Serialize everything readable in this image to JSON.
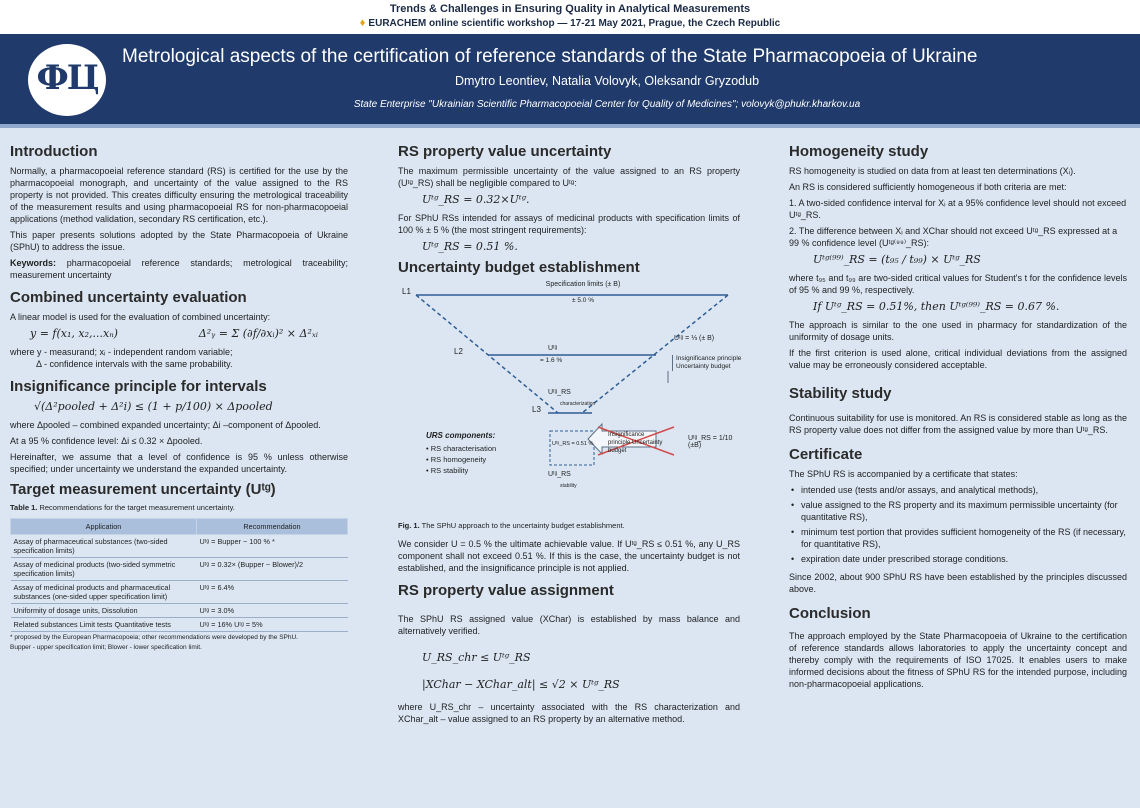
{
  "top": {
    "line1": "Trends & Challenges in Ensuring Quality in Analytical Measurements",
    "line2": "EURACHEM online scientific workshop — 17-21 May 2021, Prague, the Czech Republic"
  },
  "header": {
    "logo_text": "ФЦ",
    "title": "Metrological aspects of the certification of reference standards of the State Pharmacopoeia of Ukraine",
    "authors": "Dmytro Leontiev, Natalia Volovyk, Oleksandr Gryzodub",
    "affiliation": "State Enterprise \"Ukrainian Scientific Pharmacopoeial Center for Quality of Medicines\"; volovyk@phukr.kharkov.ua"
  },
  "intro": {
    "heading": "Introduction",
    "p1": "Normally, a pharmacopoeial reference standard (RS) is certified for the use by the pharmacopoeial monograph, and uncertainty of the value assigned to the RS property is not provided. This creates difficulty ensuring the metrological traceability of the measurement results and using pharmacopoeial RS for non-pharmacopoeial applications (method validation, secondary RS certification, etc.).",
    "p2": "This paper presents solutions adopted by the State Pharmacopoeia of Ukraine (SPhU) to address the issue.",
    "kw_label": "Keywords:",
    "kw": "pharmacopoeial reference standards; metrological traceability; measurement uncertainty"
  },
  "combined": {
    "heading": "Combined uncertainty evaluation",
    "p1": "A linear model is used for the evaluation of combined uncertainty:",
    "f1": "y = f(x₁, x₂,...xₙ)",
    "f2": "Δ²ᵧ = Σ (∂f/∂xᵢ)² × Δ²ₓᵢ",
    "p2": "where y - measurand; xᵢ - independent random variable;",
    "p3": "Δ - confidence intervals with the same probability."
  },
  "insig": {
    "heading": "Insignificance principle for intervals",
    "formula": "√(Δ²pooled + Δ²i) ≤ (1 + p/100) × Δpooled",
    "p1": "where Δpooled – combined expanded uncertainty; Δi –component of Δpooled.",
    "p2": "At a 95 % confidence level:        Δi ≤ 0.32 × Δpooled.",
    "p3": "Hereinafter, we assume that a level of confidence is 95 % unless otherwise specified; under uncertainty we understand the expanded uncertainty."
  },
  "target": {
    "heading": "Target measurement uncertainty (Uᵗᵍ)",
    "caption_label": "Table 1.",
    "caption": "Recommendations for the target measurement uncertainty.",
    "col1": "Application",
    "col2": "Recommendation",
    "rows": [
      {
        "a": "Assay of pharmaceutical substances (two-sided specification limits)",
        "r": "Uᵗᵍ = Bupper − 100 % *"
      },
      {
        "a": "Assay of medicinal products (two-sided symmetric specification limits)",
        "r": "Uᵗᵍ = 0.32× (Bupper − Blower)/2"
      },
      {
        "a": "Assay of medicinal products and pharmaceutical substances (one-sided upper specification limit)",
        "r": "Uᵗᵍ = 6.4%"
      },
      {
        "a": "Uniformity of dosage units, Dissolution",
        "r": "Uᵗᵍ = 3.0%"
      },
      {
        "a": "Related substances Limit tests Quantitative tests",
        "r": "Uᵗᵍ = 16% Uᵗᵍ = 5%"
      }
    ],
    "foot1": "* proposed by the European Pharmacopoeia; other recommendations were developed by the SPhU.",
    "foot2": "Bupper - upper specification limit; Blower - lower specification limit."
  },
  "rsprop": {
    "heading": "RS property value uncertainty",
    "p1": "The maximum permissible uncertainty of the value assigned to an RS property (Uᵗᵍ_RS) shall be negligible compared to Uᵗᵍ:",
    "f1": "Uᵗᵍ_RS = 0.32×Uᵗᵍ.",
    "p2": "For SPhU RSs intended for assays of medicinal products with specification limits of 100 % ± 5 % (the most stringent requirements):",
    "f2": "Uᵗᵍ_RS = 0.51 %."
  },
  "budget": {
    "heading": "Uncertainty budget establishment",
    "l1": "L1",
    "l2": "L2",
    "l3": "L3",
    "spec": "Specification limits (± B)",
    "spec_val": "± 5.0 %",
    "utg": "Uᵗᵍ",
    "utg_val": "= 1.6 %",
    "utg_eq": "Uᵗᵍ = ⅓ (± B)",
    "insig_label": "Insignificance principle Uncertainty budget",
    "urs_top": "Uᵗᵍ_RS",
    "urs_sub": "characterization",
    "urs_val": "Uᵗᵍ_RS = 0.51 %",
    "urs_eq": "Uᵗᵍ_RS = 1/10 (±B)",
    "crossed": "Insignificance principle Uncertainty budget",
    "urs_bottom": "Uᵗᵍ_RS",
    "urs_bottom_sub": "stability",
    "comp_heading": "URS components:",
    "comps": [
      "RS characterisation",
      "RS homogeneity",
      "RS stability"
    ],
    "fig_label": "Fig. 1.",
    "fig_cap": "The SPhU approach to the uncertainty budget establishment.",
    "p1": "We consider U = 0.5 % the ultimate achievable value. If Uᵗᵍ_RS ≤ 0.51 %, any U_RS component shall not exceed 0.51 %. If this is the case, the uncertainty budget is not established, and the insignificance principle is not applied."
  },
  "assign": {
    "heading": "RS property value assignment",
    "p1": "The SPhU RS assigned value (XChar) is established by mass balance and alternatively verified.",
    "f1": "U_RS_chr ≤ Uᵗᵍ_RS",
    "f2": "|XChar − XChar_alt| ≤ √2 × Uᵗᵍ_RS",
    "p2": "where U_RS_chr – uncertainty associated with the RS characterization and XChar_alt – value assigned to an RS property by an alternative method."
  },
  "homog": {
    "heading": "Homogeneity study",
    "p1": "RS homogeneity is studied on data from at least ten determinations (Xᵢ).",
    "p2": "An RS is considered sufficiently homogeneous if both criteria are met:",
    "i1": "1. A two-sided confidence interval for Xᵢ at a 95% confidence level should not exceed Uᵗᵍ_RS.",
    "i2": "2. The difference between Xᵢ and XChar should not exceed Uᵗᵍ_RS expressed at a 99 % confidence level (Uᵗᵍ⁽⁹⁹⁾_RS):",
    "f1": "Uᵗᵍ⁽⁹⁹⁾_RS = (t₉₅ / t₉₉) × Uᵗᵍ_RS",
    "p3": "where t₉₅ and t₉₉ are two-sided critical values for Student's t for the confidence levels of 95 % and 99 %, respectively.",
    "f2": "If Uᵗᵍ_RS = 0.51%, then Uᵗᵍ⁽⁹⁹⁾_RS = 0.67 %.",
    "p4": "The approach is similar to the one used in pharmacy for standardization of the uniformity of dosage units.",
    "p5": "If the first criterion is used alone, critical individual deviations from the assigned value may be erroneously considered acceptable."
  },
  "stab": {
    "heading": "Stability study",
    "p1": "Continuous suitability for use is monitored. An RS is considered stable as long as the RS property value does not differ from the assigned value by more than Uᵗᵍ_RS."
  },
  "cert": {
    "heading": "Certificate",
    "p1": "The SPhU RS is accompanied by a certificate that states:",
    "items": [
      "intended use (tests and/or assays, and analytical methods),",
      "value assigned to the RS property and its maximum permissible uncertainty (for quantitative RS),",
      "minimum test portion that provides sufficient homogeneity of the RS (if necessary, for quantitative RS),",
      "expiration date under prescribed storage conditions."
    ],
    "p2": "Since 2002, about 900 SPhU RS have been established by the principles discussed above."
  },
  "concl": {
    "heading": "Conclusion",
    "p1": "The approach employed by the State Pharmacopoeia of Ukraine to the certification of reference standards allows laboratories to apply the uncertainty concept and thereby comply with the requirements of ISO 17025. It enables users to make informed decisions about the fitness of SPhU RS for the intended purpose, including non-pharmacopoeial applications."
  },
  "colors": {
    "header_bg": "#1f3a6b",
    "page_bg": "#dbe6f2",
    "diagram_line": "#2f5d94",
    "table_head": "#a9bfdc",
    "cross": "#d24a4a"
  }
}
